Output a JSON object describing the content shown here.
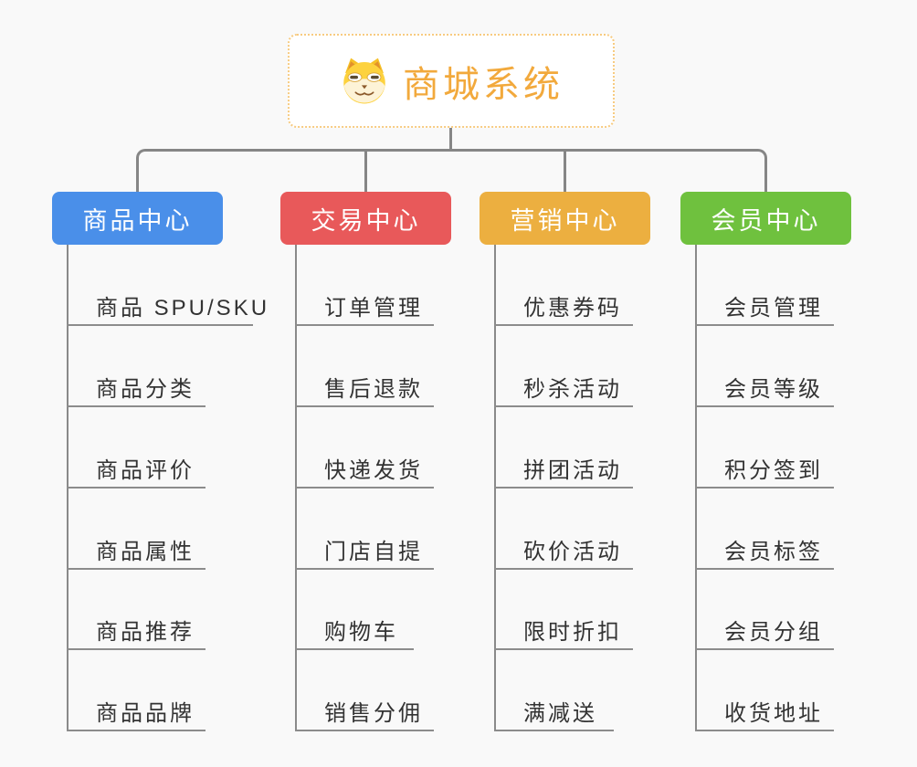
{
  "background_color": "#F9F9F9",
  "connector_color": "#868686",
  "root": {
    "title": "商城系统",
    "icon": "dog-face-icon",
    "text_color": "#F2A93C",
    "border_color": "#F7CB81"
  },
  "branches": [
    {
      "label": "商品中心",
      "color": "#4A8FE9",
      "items": [
        "商品 SPU/SKU",
        "商品分类",
        "商品评价",
        "商品属性",
        "商品推荐",
        "商品品牌"
      ]
    },
    {
      "label": "交易中心",
      "color": "#E8595A",
      "items": [
        "订单管理",
        "售后退款",
        "快递发货",
        "门店自提",
        "购物车",
        "销售分佣"
      ]
    },
    {
      "label": "营销中心",
      "color": "#ECAF40",
      "items": [
        "优惠券码",
        "秒杀活动",
        "拼团活动",
        "砍价活动",
        "限时折扣",
        "满减送"
      ]
    },
    {
      "label": "会员中心",
      "color": "#6FC13E",
      "items": [
        "会员管理",
        "会员等级",
        "积分签到",
        "会员标签",
        "会员分组",
        "收货地址"
      ]
    }
  ]
}
